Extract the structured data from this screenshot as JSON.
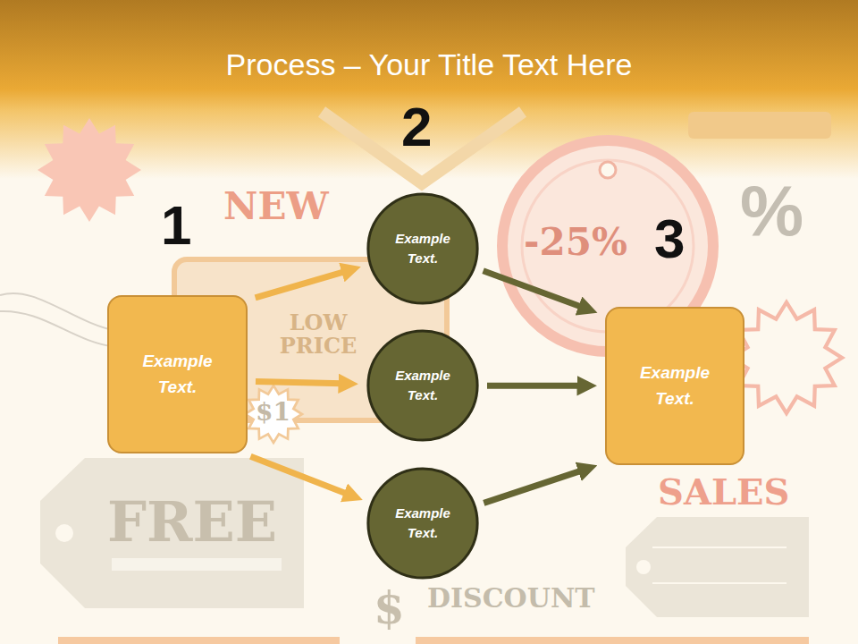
{
  "diagram": {
    "title": "Process – Your Title Text Here",
    "nodes": [
      {
        "text": [
          "Example Text."
        ]
      },
      {
        "text": [
          "Example Text."
        ]
      },
      {
        "text": [
          "Example Text."
        ]
      },
      {
        "text": [
          "Example Text."
        ]
      },
      {
        "text": [
          "Example Text."
        ]
      }
    ],
    "edges": [
      {
        "from": 0,
        "to": 1,
        "arrow": "to"
      },
      {
        "from": 0,
        "to": 2,
        "arrow": "to"
      },
      {
        "from": 0,
        "to": 3,
        "arrow": "to"
      },
      {
        "from": 1,
        "to": 4,
        "arrow": "to"
      },
      {
        "from": 2,
        "to": 4,
        "arrow": "to"
      },
      {
        "from": 3,
        "to": 4,
        "arrow": "to"
      }
    ],
    "labels": [
      "1",
      "2",
      "3",
      "NEW",
      "$1",
      "LOW PRICE",
      "-25%",
      "%",
      "FREE",
      "DISCOUNT",
      "SALES",
      "$"
    ]
  }
}
